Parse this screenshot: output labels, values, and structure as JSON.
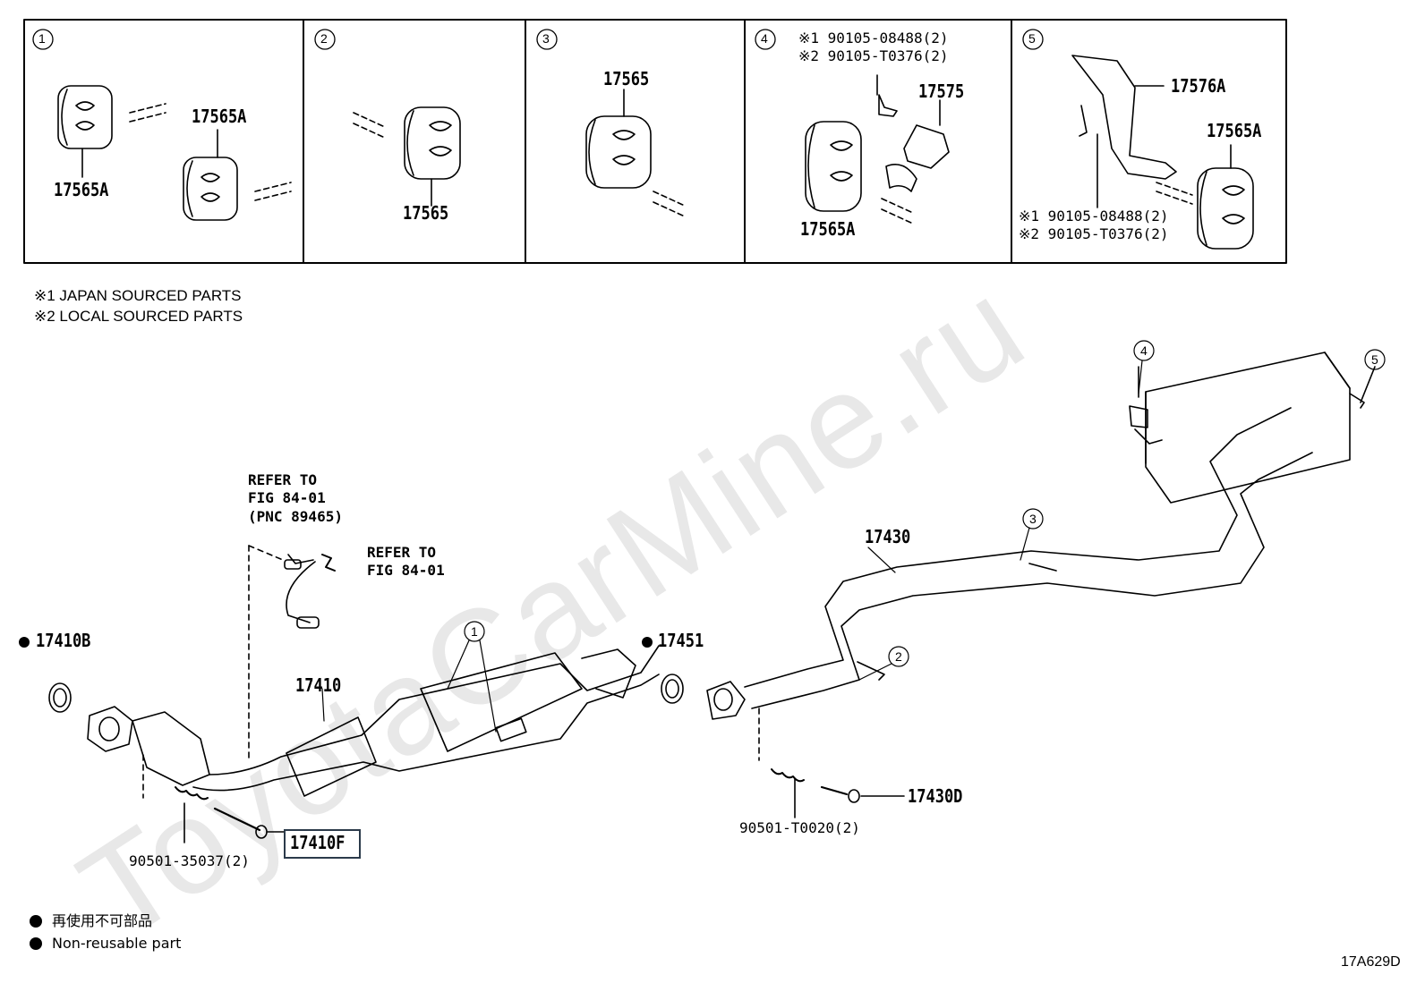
{
  "watermark": "ToyotaCarMine.ru",
  "inset_panels": [
    {
      "num": "1",
      "labels": [
        "17565A",
        "17565A"
      ]
    },
    {
      "num": "2",
      "labels": [
        "17565"
      ]
    },
    {
      "num": "3",
      "labels": [
        "17565"
      ]
    },
    {
      "num": "4",
      "notes": [
        "※1 90105-08488(2)",
        "※2 90105-T0376(2)"
      ],
      "labels": [
        "17575",
        "17565A"
      ]
    },
    {
      "num": "5",
      "labels": [
        "17576A",
        "17565A"
      ],
      "notes": [
        "※1 90105-08488(2)",
        "※2 90105-T0376(2)"
      ]
    }
  ],
  "footnotes": [
    "※1 JAPAN SOURCED PARTS",
    "※2 LOCAL SOURCED PARTS"
  ],
  "main": {
    "refer1": [
      "REFER TO",
      "FIG 84-01",
      "(PNC 89465)"
    ],
    "refer2": [
      "REFER TO",
      "FIG 84-01"
    ],
    "parts": {
      "p17410B": "17410B",
      "p17410": "17410",
      "p17451": "17451",
      "p17430": "17430",
      "p17430D": "17430D",
      "p90501T": "90501-T0020(2)",
      "p90501": "90501-35037(2)",
      "p17410F": "17410F"
    },
    "callouts": [
      "1",
      "2",
      "3",
      "4",
      "5"
    ]
  },
  "legend": [
    "再使用不可部品",
    "Non-reusable part"
  ],
  "figure_code": "17A629D",
  "colors": {
    "line": "#000000",
    "panel_border": "#2b3a4a",
    "highlight_box": "#2b3a4a",
    "watermark": "#e8e8e8"
  }
}
